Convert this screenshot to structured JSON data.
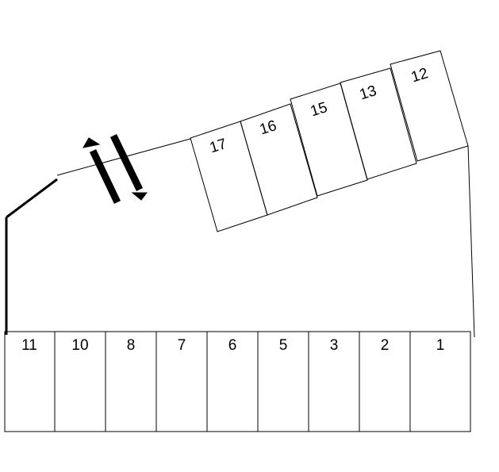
{
  "bottom_row": {
    "spaces": [
      "11",
      "10",
      "8",
      "7",
      "6",
      "5",
      "3",
      "2",
      "1"
    ]
  },
  "angled_row": {
    "spaces": [
      "17",
      "16",
      "15",
      "13",
      "12"
    ]
  },
  "colors": {
    "line": "#000000",
    "background": "#ffffff"
  },
  "icons": {
    "traffic_direction": "two-way-arrows-icon"
  }
}
